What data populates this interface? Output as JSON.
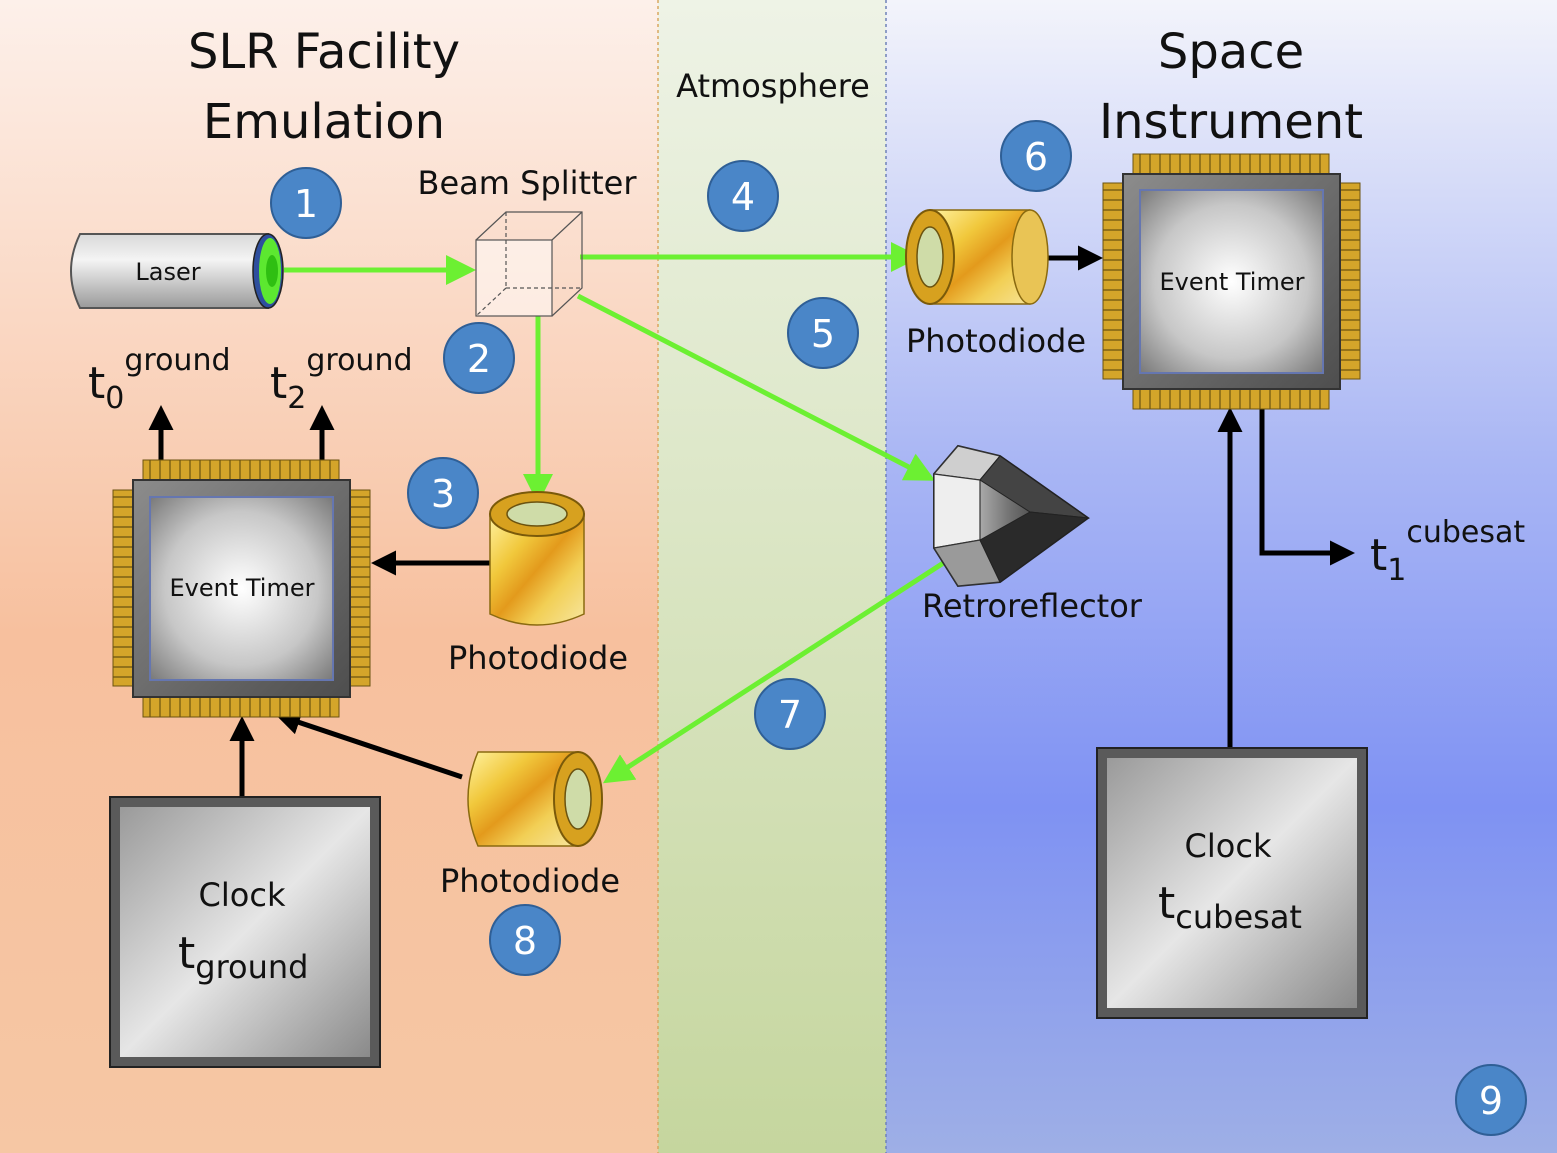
{
  "sections": {
    "ground_title_line1": "SLR Facility",
    "ground_title_line2": "Emulation",
    "atmosphere_title": "Atmosphere",
    "space_title_line1": "Space",
    "space_title_line2": "Instrument"
  },
  "components": {
    "laser": "Laser",
    "beam_splitter": "Beam Splitter",
    "retroreflector": "Retroreflector",
    "photodiode_top": "Photodiode",
    "photodiode_mid": "Photodiode",
    "photodiode_bottom": "Photodiode",
    "event_timer_ground": "Event Timer",
    "event_timer_space": "Event Timer",
    "clock_ground_label": "Clock",
    "clock_ground_symbol": "t",
    "clock_ground_sub": "ground",
    "clock_space_label": "Clock",
    "clock_space_symbol": "t",
    "clock_space_sub": "cubesat"
  },
  "timestamps": {
    "t0_base": "t",
    "t0_sub": "0",
    "t0_sup": "ground",
    "t2_base": "t",
    "t2_sub": "2",
    "t2_sup": "ground",
    "t1_base": "t",
    "t1_sub": "1",
    "t1_sup": "cubesat"
  },
  "badges": [
    "1",
    "2",
    "3",
    "4",
    "5",
    "6",
    "7",
    "8",
    "9"
  ],
  "colors": {
    "beam": "#6cf032",
    "badge": "#4a86c8",
    "ground_bg_top": "#fde9e0",
    "ground_bg_bottom": "#f6bb95",
    "atmosphere_bg": "#cfe0b0",
    "space_bg": "#8c9ef0"
  }
}
